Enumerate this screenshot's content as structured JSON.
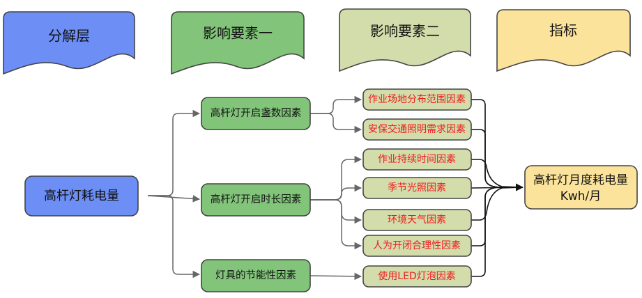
{
  "headers": [
    {
      "key": "layer",
      "label": "分解层",
      "fill": "#6c8ef5"
    },
    {
      "key": "factor1",
      "label": "影响要素一",
      "fill": "#83c47b"
    },
    {
      "key": "factor2",
      "label": "影响要素二",
      "fill": "#d3dcab"
    },
    {
      "key": "indicator",
      "label": "指标",
      "fill": "#fce39c"
    }
  ],
  "nodes": {
    "root": {
      "label": "高杆灯耗电量",
      "fill": "#6c8ef5",
      "text_color": "#111111"
    },
    "f1_count": {
      "label": "高杆灯开启盏数因素",
      "fill": "#83c47b",
      "text_color": "#111111"
    },
    "f1_duration": {
      "label": "高杆灯开启时长因素",
      "fill": "#83c47b",
      "text_color": "#111111"
    },
    "f1_saving": {
      "label": "灯具的节能性因素",
      "fill": "#83c47b",
      "text_color": "#111111"
    },
    "f2_area": {
      "label": "作业场地分布范围因素",
      "fill": "#d3dcab",
      "text_color": "#ee1c1c"
    },
    "f2_traffic": {
      "label": "安保交通照明需求因素",
      "fill": "#d3dcab",
      "text_color": "#ee1c1c"
    },
    "f2_continuous": {
      "label": "作业持续时间因素",
      "fill": "#d3dcab",
      "text_color": "#ee1c1c"
    },
    "f2_season": {
      "label": "季节光照因素",
      "fill": "#d3dcab",
      "text_color": "#ee1c1c"
    },
    "f2_weather": {
      "label": "环境天气因素",
      "fill": "#d3dcab",
      "text_color": "#ee1c1c"
    },
    "f2_human": {
      "label": "人为开闭合理性因素",
      "fill": "#d3dcab",
      "text_color": "#ee1c1c"
    },
    "f2_led": {
      "label": "使用LED灯泡因素",
      "fill": "#d3dcab",
      "text_color": "#ee1c1c"
    },
    "target": {
      "label": "高杆灯月度耗电量",
      "sublabel": "Kwh/月",
      "fill": "#fce39c",
      "text_color": "#111111"
    }
  },
  "colors": {
    "border": "#444444",
    "connector_gray": "#666666",
    "connector_dark": "#111111"
  }
}
